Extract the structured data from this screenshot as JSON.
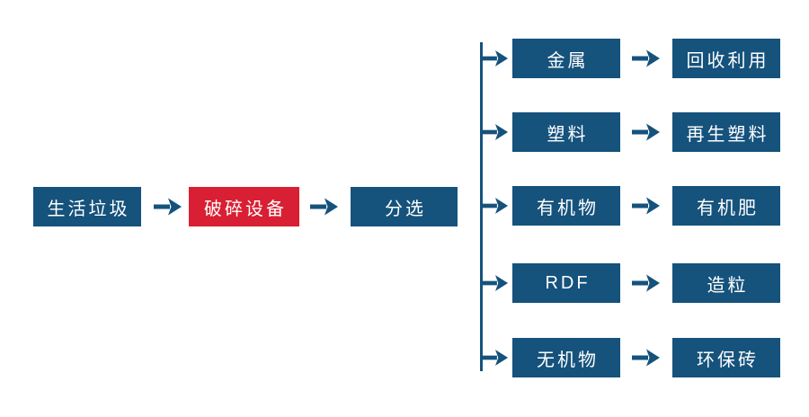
{
  "diagram": {
    "title_implicit": "",
    "colors": {
      "node_blue": "#15527C",
      "highlight_red": "#D91F33",
      "connector_blue": "#15527C",
      "text_white": "#FFFFFF",
      "background": "#FFFFFF"
    },
    "chain": [
      {
        "label": "生活垃圾"
      },
      {
        "label": "破碎设备"
      },
      {
        "label": "分选"
      }
    ],
    "branches": [
      {
        "output": "金属",
        "result": "回收利用"
      },
      {
        "output": "塑料",
        "result": "再生塑料"
      },
      {
        "output": "有机物",
        "result": "有机肥"
      },
      {
        "output": "RDF",
        "result": "造粒"
      },
      {
        "output": "无机物",
        "result": "环保砖"
      }
    ]
  }
}
